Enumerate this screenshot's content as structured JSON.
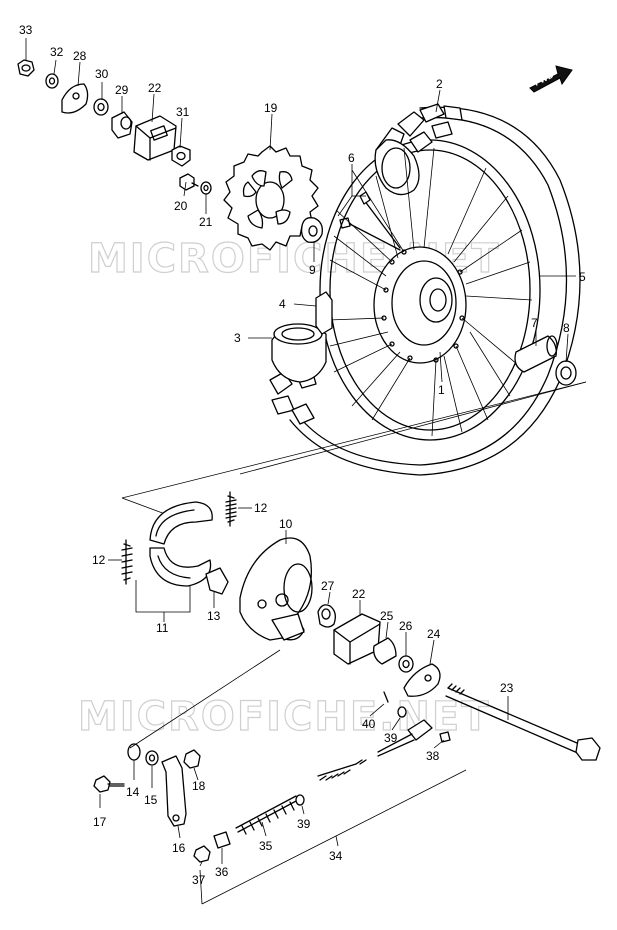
{
  "watermark": "MICROFICHE.NET",
  "direction_badge": "FWD",
  "callouts": {
    "c1": "1",
    "c2": "2",
    "c3": "3",
    "c4": "4",
    "c5": "5",
    "c6": "6",
    "c7": "7",
    "c8": "8",
    "c9": "9",
    "c10": "10",
    "c11": "11",
    "c12a": "12",
    "c12b": "12",
    "c13": "13",
    "c14": "14",
    "c15": "15",
    "c16": "16",
    "c17": "17",
    "c18": "18",
    "c19": "19",
    "c20": "20",
    "c21": "21",
    "c22a": "22",
    "c22b": "22",
    "c23": "23",
    "c24": "24",
    "c25": "25",
    "c26": "26",
    "c27": "27",
    "c28": "28",
    "c29": "29",
    "c30": "30",
    "c31": "31",
    "c32": "32",
    "c33": "33",
    "c34": "34",
    "c35": "35",
    "c36": "36",
    "c37": "37",
    "c38": "38",
    "c39a": "39",
    "c39b": "39",
    "c40": "40"
  }
}
